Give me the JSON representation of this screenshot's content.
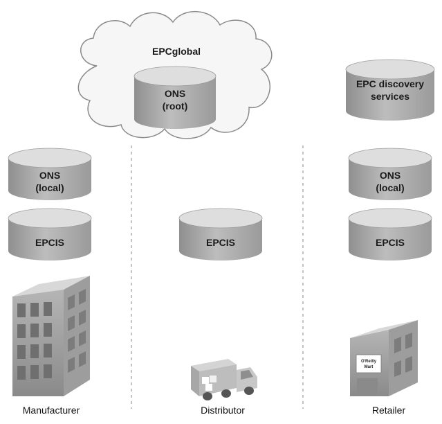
{
  "cloud": {
    "title": "EPCglobal"
  },
  "databases": {
    "ons_root": [
      "ONS",
      "(root)"
    ],
    "discovery": [
      "EPC discovery",
      "services"
    ],
    "ons_local_manufacturer": [
      "ONS",
      "(local)"
    ],
    "epcis_manufacturer": [
      "EPCIS"
    ],
    "epcis_distributor": [
      "EPCIS"
    ],
    "ons_local_retailer": [
      "ONS",
      "(local)"
    ],
    "epcis_retailer": [
      "EPCIS"
    ]
  },
  "parties": {
    "manufacturer": "Manufacturer",
    "distributor": "Distributor",
    "retailer": "Retailer"
  },
  "store_sign": [
    "O'Reilly",
    "Mart"
  ]
}
